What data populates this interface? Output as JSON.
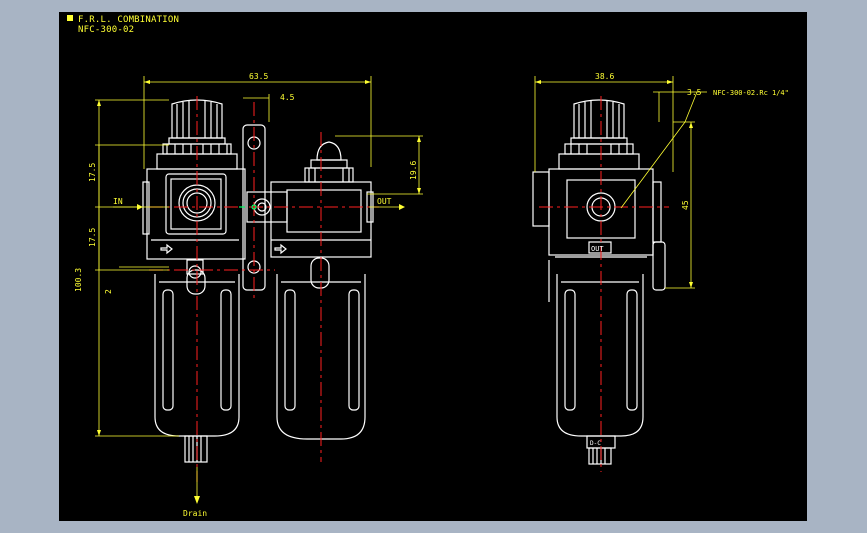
{
  "title": {
    "line1": "F.R.L. COMBINATION",
    "line2": "NFC-300-02"
  },
  "dimensions": {
    "width_total": "63.5",
    "offset_top": "4.5",
    "height_upper": "17.5",
    "height_lower": "17.5",
    "height_total": "100.3",
    "gap_small": "2",
    "port_height": "19.6",
    "side_width": "38.6",
    "side_offset": "3.5",
    "side_height": "45"
  },
  "labels": {
    "inlet": "IN",
    "outlet": "OUT",
    "drain": "Drain",
    "model_callout": "NFC-300-02.Rc 1/4\"",
    "side_port": "OUT",
    "drain_valve": "D-C"
  },
  "colors": {
    "background": "#000000",
    "frame": "#a8b4c4",
    "outline": "#ffffff",
    "dimension": "#ffff33",
    "centerline": "#ff2020",
    "accent": "#00ff66"
  }
}
